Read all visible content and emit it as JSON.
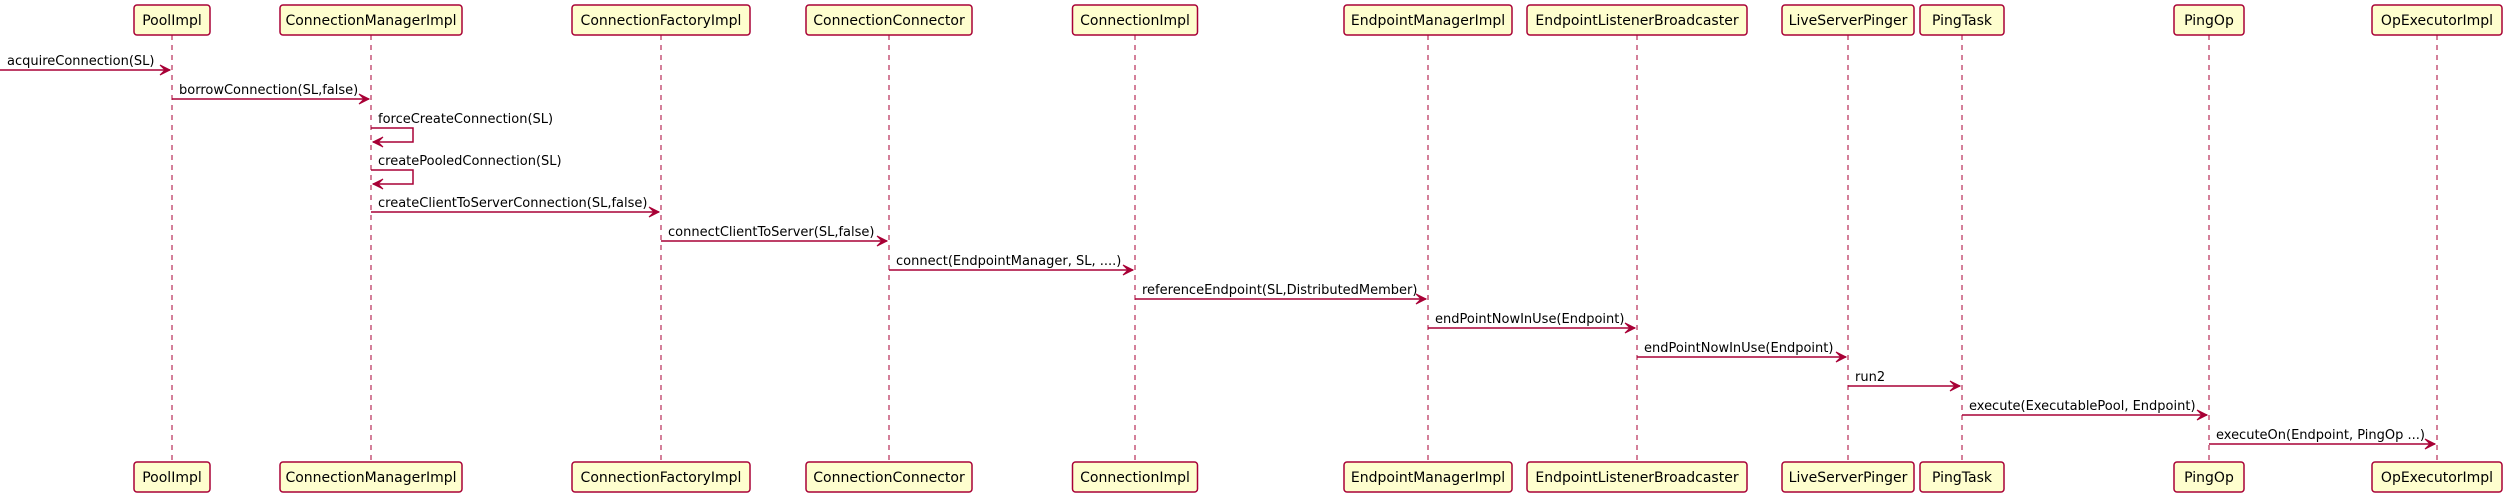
{
  "participants": [
    {
      "id": "pool",
      "label": "PoolImpl"
    },
    {
      "id": "cmgr",
      "label": "ConnectionManagerImpl"
    },
    {
      "id": "cfact",
      "label": "ConnectionFactoryImpl"
    },
    {
      "id": "cconn",
      "label": "ConnectionConnector"
    },
    {
      "id": "cimpl",
      "label": "ConnectionImpl"
    },
    {
      "id": "emgr",
      "label": "EndpointManagerImpl"
    },
    {
      "id": "elb",
      "label": "EndpointListenerBroadcaster"
    },
    {
      "id": "lsp",
      "label": "LiveServerPinger"
    },
    {
      "id": "ptask",
      "label": "PingTask"
    },
    {
      "id": "pingop",
      "label": "PingOp"
    },
    {
      "id": "opexec",
      "label": "OpExecutorImpl"
    }
  ],
  "messages": [
    {
      "from": "",
      "to": "pool",
      "label": "acquireConnection(SL)"
    },
    {
      "from": "pool",
      "to": "cmgr",
      "label": "borrowConnection(SL,false)"
    },
    {
      "from": "cmgr",
      "to": "cmgr",
      "label": "forceCreateConnection(SL)"
    },
    {
      "from": "cmgr",
      "to": "cmgr",
      "label": "createPooledConnection(SL)"
    },
    {
      "from": "cmgr",
      "to": "cfact",
      "label": "createClientToServerConnection(SL,false)"
    },
    {
      "from": "cfact",
      "to": "cconn",
      "label": "connectClientToServer(SL,false)"
    },
    {
      "from": "cconn",
      "to": "cimpl",
      "label": "connect(EndpointManager, SL, ....)"
    },
    {
      "from": "cimpl",
      "to": "emgr",
      "label": "referenceEndpoint(SL,DistributedMember)"
    },
    {
      "from": "emgr",
      "to": "elb",
      "label": "endPointNowInUse(Endpoint)"
    },
    {
      "from": "elb",
      "to": "lsp",
      "label": "endPointNowInUse(Endpoint)"
    },
    {
      "from": "lsp",
      "to": "ptask",
      "label": "run2"
    },
    {
      "from": "ptask",
      "to": "pingop",
      "label": "execute(ExecutablePool, Endpoint)"
    },
    {
      "from": "pingop",
      "to": "opexec",
      "label": "executeOn(Endpoint, PingOp ...)"
    }
  ],
  "colors": {
    "box_fill": "#FEFECE",
    "box_stroke": "#A80036",
    "lifeline": "#A80036",
    "arrow": "#A80036",
    "text": "#000000"
  }
}
